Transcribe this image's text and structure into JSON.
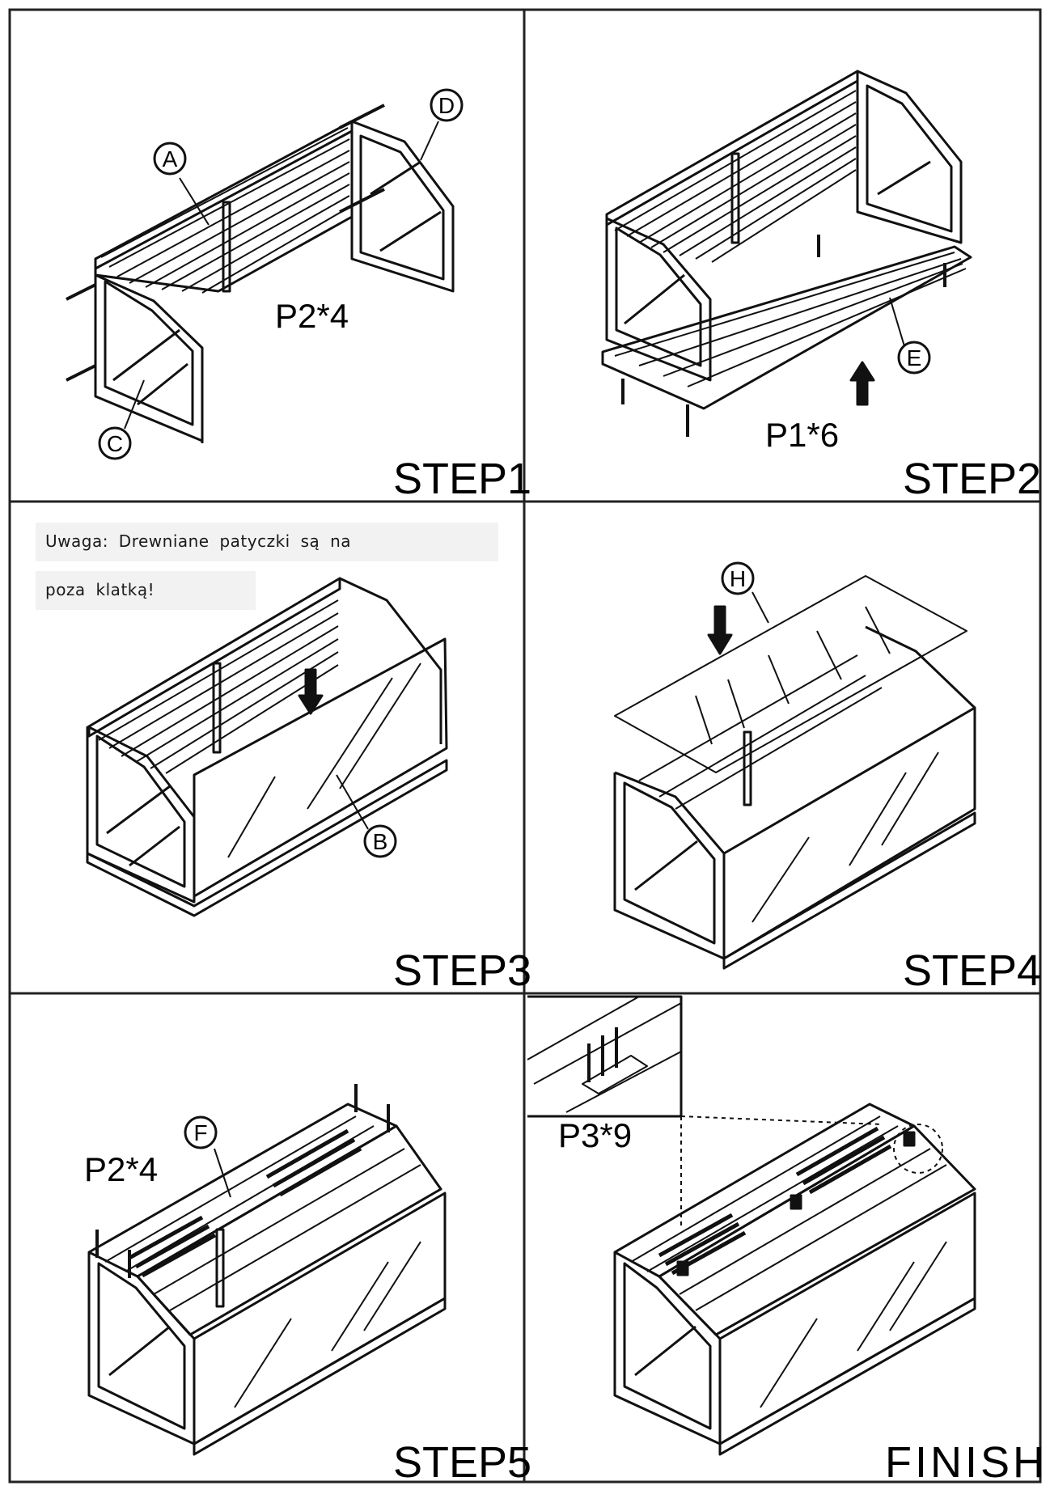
{
  "panels": [
    {
      "step": "STEP1",
      "part_code": "P2*4",
      "labels": [
        "A",
        "D",
        "C"
      ]
    },
    {
      "step": "STEP2",
      "part_code": "P1*6",
      "labels": [
        "E"
      ]
    },
    {
      "step": "STEP3",
      "labels": [
        "B"
      ],
      "note": {
        "line1": "Uwaga: Drewniane patyczki są na",
        "line2": "poza klatką!"
      }
    },
    {
      "step": "STEP4",
      "labels": [
        "H"
      ]
    },
    {
      "step": "STEP5",
      "part_code": "P2*4",
      "labels": [
        "F"
      ]
    },
    {
      "step": "FINISH",
      "part_code": "P3*9"
    }
  ]
}
